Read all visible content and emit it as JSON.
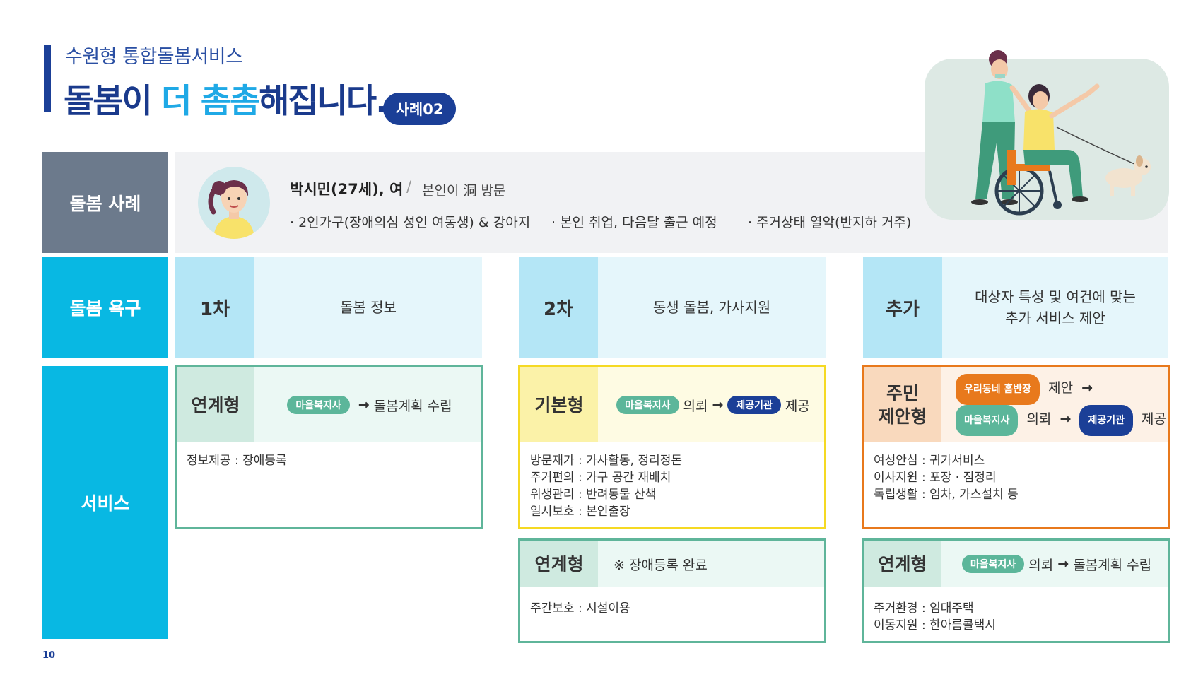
{
  "header": {
    "subtitle": "수원형 통합돌봄서비스",
    "headline_part1": "돌봄이 ",
    "headline_part2": "더 촘촘",
    "headline_part3": "해집니다.",
    "case_badge": "사례02"
  },
  "labels": {
    "case": "돌봄 사례",
    "needs": "돌봄 욕구",
    "service": "서비스"
  },
  "case": {
    "name": "박시민(27세), 여",
    "separator": "/",
    "visit": "본인이 洞 방문",
    "facts": [
      "· 2인가구(장애의심 성인 여동생) & 강아지",
      "· 본인 취업, 다음달 출근 예정",
      "· 주거상태 열악(반지하 거주)"
    ]
  },
  "needs": [
    {
      "stage": "1차",
      "text": "돌봄 정보"
    },
    {
      "stage": "2차",
      "text": "동생 돌봄, 가사지원"
    },
    {
      "stage": "추가",
      "line1": "대상자 특성 및 여건에 맞는",
      "line2": "추가 서비스 제안"
    }
  ],
  "services": {
    "col1_link": {
      "type": "연계형",
      "pill1": "마을복지사",
      "arrow": "→",
      "action": "돌봄계획 수립",
      "items": [
        "정보제공 : 장애등록"
      ]
    },
    "col2_basic": {
      "type": "기본형",
      "pill1": "마을복지사",
      "mid": "의뢰",
      "arrow": "→",
      "pill2": "제공기관",
      "end": "제공",
      "items": [
        "방문재가 : 가사활동, 정리정돈",
        "주거편의 : 가구 공간 재배치",
        "위생관리 : 반려동물 산책",
        "일시보호 : 본인출장"
      ]
    },
    "col2_link": {
      "type": "연계형",
      "note": "※ 장애등록 완료",
      "items": [
        "주간보호 : 시설이용"
      ]
    },
    "col3_resident": {
      "type_line1": "주민",
      "type_line2": "제안형",
      "pill_top": "우리동네 홈반장",
      "top_text": "제안",
      "arrow": "→",
      "pill1": "마을복지사",
      "mid": "의뢰",
      "pill2": "제공기관",
      "end": "제공",
      "items": [
        "여성안심 : 귀가서비스",
        "이사지원 : 포장 · 짐정리",
        "독립생활 : 임차, 가스설치 등"
      ]
    },
    "col3_link": {
      "type": "연계형",
      "pill1": "마을복지사",
      "mid": "의뢰",
      "arrow": "→",
      "action": "돌봄계획 수립",
      "items": [
        "주거환경 : 임대주택",
        "이동지원 : 한아름콜택시"
      ]
    }
  },
  "page_number": "10",
  "colors": {
    "navy": "#1b3f97",
    "cyan": "#08b8e3",
    "slate": "#6c7a8c",
    "green_border": "#5fb59a",
    "yellow_border": "#f5d923",
    "orange_border": "#e8791c"
  },
  "icons": [
    "caregiver-wheelchair-illustration",
    "woman-avatar-icon",
    "dog-illustration"
  ]
}
